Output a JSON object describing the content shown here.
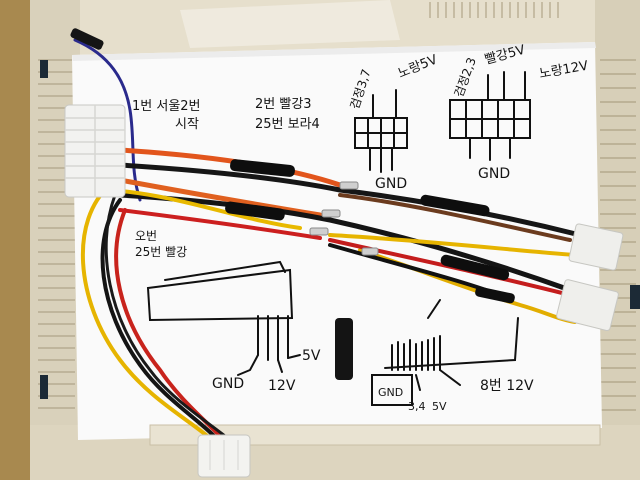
{
  "notes": {
    "left_top_1": "1번 서울2번",
    "left_top_2": "시작",
    "mid_top_1": "2번 빨강3",
    "mid_top_2": "25번 보라4",
    "left_mid_1": "오번",
    "left_mid_2": "25번 빨강",
    "conn1_label_a": "검정3,7",
    "conn1_label_b": "노랑5V",
    "conn1_gnd": "GND",
    "conn2_label_a": "검정2,3",
    "conn2_label_b": "빨강5V",
    "conn2_label_c": "노랑12V",
    "conn2_gnd": "GND",
    "bottom_gnd": "GND",
    "bottom_12v": "12V",
    "bottom_5v": "5V",
    "right_gnd": "GND",
    "right_34": "3,4",
    "right_5v": "5V",
    "right_12v": "8번 12V"
  }
}
